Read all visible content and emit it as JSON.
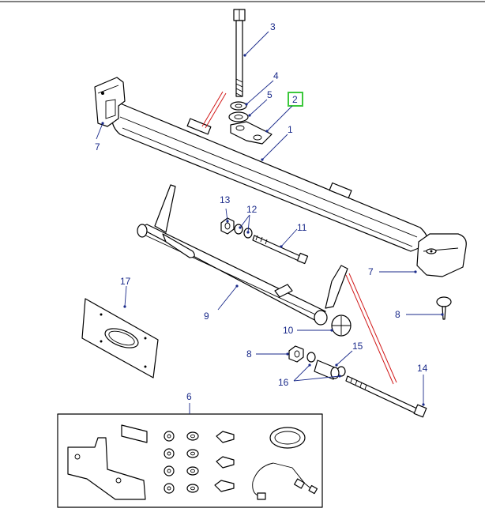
{
  "callouts": [
    {
      "id": "c1",
      "label": "1"
    },
    {
      "id": "c2",
      "label": "2"
    },
    {
      "id": "c3",
      "label": "3"
    },
    {
      "id": "c4",
      "label": "4"
    },
    {
      "id": "c5",
      "label": "5"
    },
    {
      "id": "c6",
      "label": "6"
    },
    {
      "id": "c7a",
      "label": "7"
    },
    {
      "id": "c7b",
      "label": "7"
    },
    {
      "id": "c8",
      "label": "8"
    },
    {
      "id": "c9",
      "label": "9"
    },
    {
      "id": "c10",
      "label": "10"
    },
    {
      "id": "c11",
      "label": "11"
    },
    {
      "id": "c12",
      "label": "12"
    },
    {
      "id": "c13",
      "label": "13"
    },
    {
      "id": "c14",
      "label": "14"
    },
    {
      "id": "c15",
      "label": "15"
    },
    {
      "id": "c16",
      "label": "16"
    },
    {
      "id": "c17",
      "label": "17"
    },
    {
      "id": "c18",
      "label": "18"
    }
  ],
  "highlighted_part": "2",
  "colors": {
    "callout": "#1a2a8a",
    "highlight": "#3cc83c",
    "leader_red": "#d21b1b"
  }
}
